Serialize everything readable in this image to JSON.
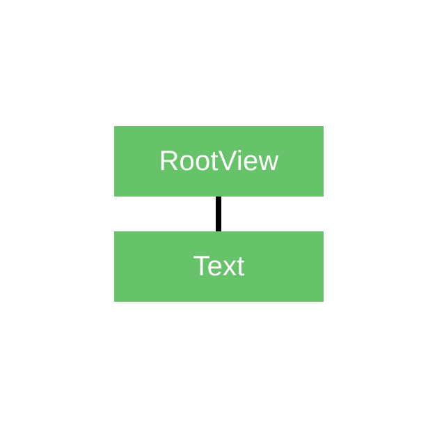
{
  "diagram": {
    "nodes": [
      {
        "id": "root",
        "label": "RootView"
      },
      {
        "id": "child",
        "label": "Text"
      }
    ],
    "edges": [
      {
        "from": "root",
        "to": "child"
      }
    ]
  },
  "colors": {
    "node_fill": "#66c36a",
    "node_text": "#ffffff",
    "connector": "#000000",
    "background": "#ffffff"
  }
}
